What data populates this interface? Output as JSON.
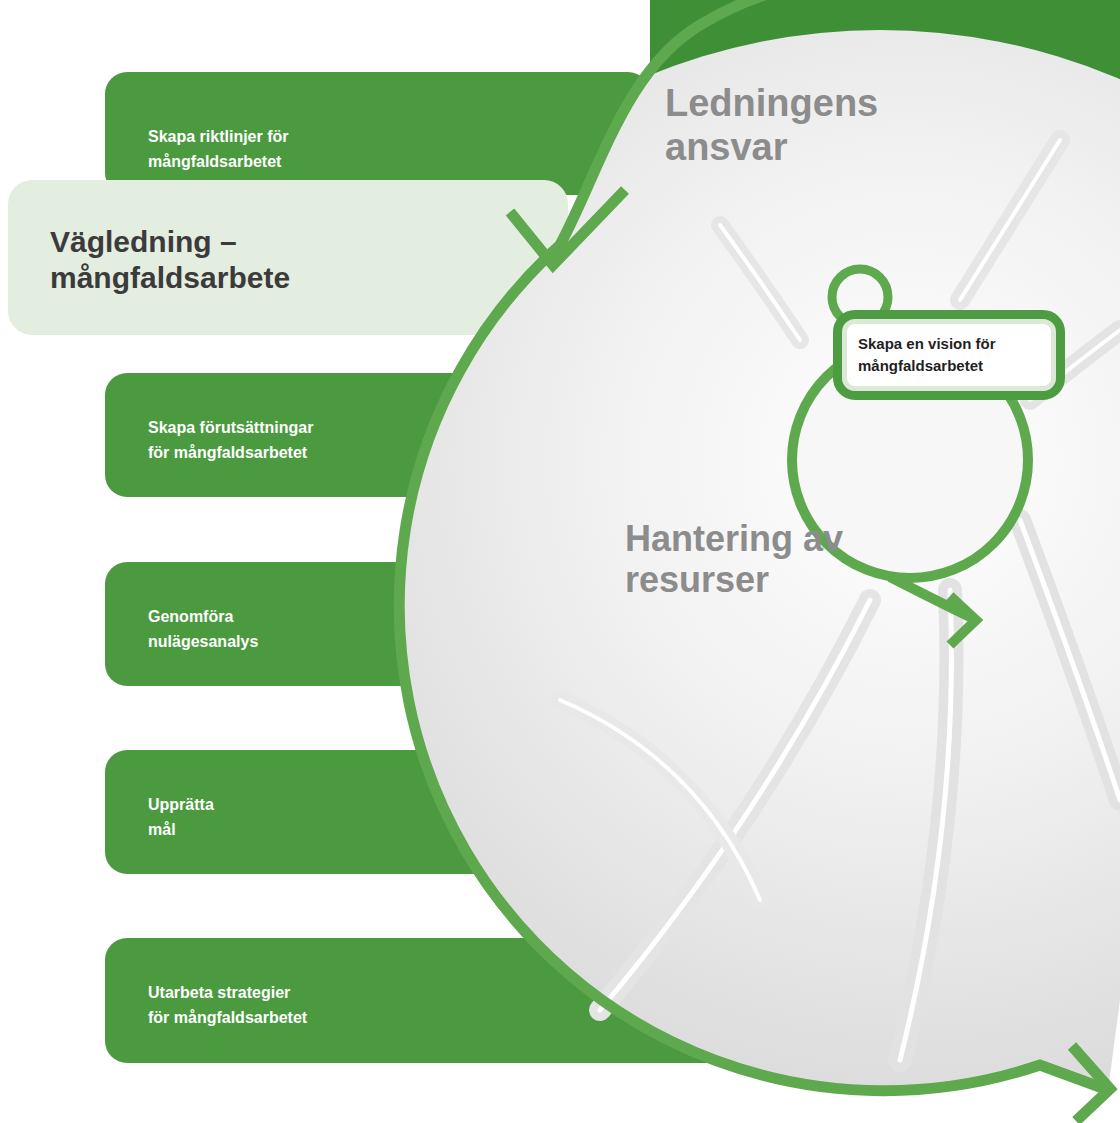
{
  "diagram": {
    "nodes": [
      {
        "text": [
          "Skapa riktlinjer för mångfaldsarbetet"
        ]
      },
      {
        "text": [
          "Vägledning – mångfaldsarbete"
        ]
      },
      {
        "text": [
          "Ledningens ansvar",
          "Hantering av resurser"
        ]
      },
      {
        "text": [
          "Skapa en vision för mångfaldsarbetet"
        ],
        "in": 2
      },
      {
        "text": [
          "Skapa förutsättningar för mångfaldsarbetet"
        ]
      },
      {
        "text": [
          "Genomföra nulägesanalys"
        ]
      },
      {
        "text": [
          "Upprätta mål"
        ]
      },
      {
        "text": [
          "Utarbeta strategier för mångfaldsarbetet"
        ]
      }
    ]
  }
}
